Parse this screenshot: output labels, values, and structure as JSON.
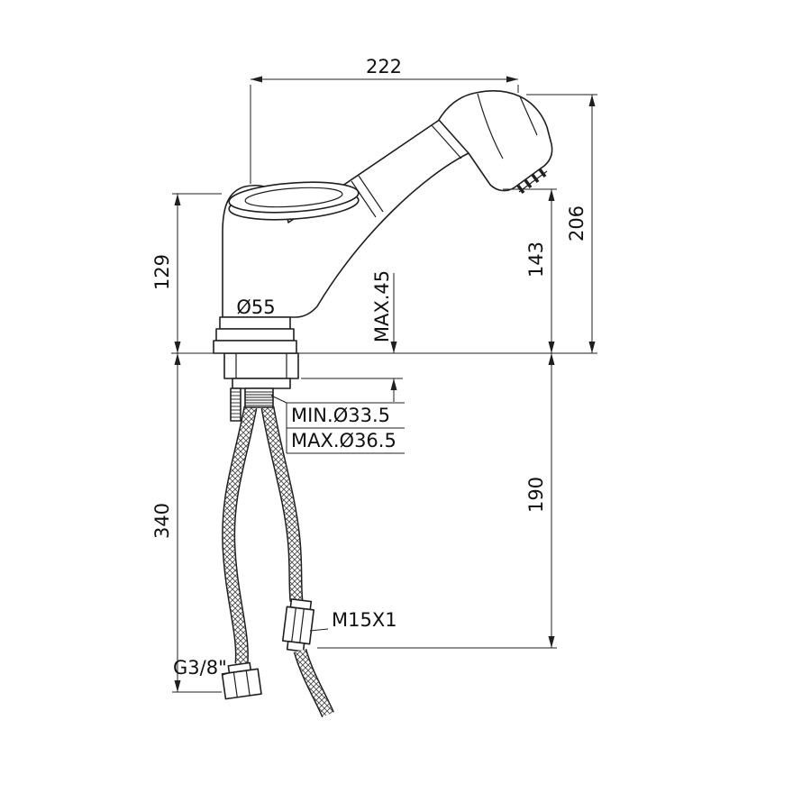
{
  "colors": {
    "background": "#ffffff",
    "line": "#1f1f1f"
  },
  "drawing": {
    "type": "technical-dimension-drawing",
    "subject": "single-lever kitchen mixer tap with pull-out spray head",
    "labels": {
      "spout_reach": "222",
      "overall_height": "206",
      "outlet_height": "143",
      "body_height": "129",
      "base_diameter": "Ø55",
      "max_deck_thickness": "MAX.45",
      "min_hole": "MIN.Ø33.5",
      "max_hole": "MAX.Ø36.5",
      "supply_hose_length": "340",
      "spray_hose_drop": "190",
      "spray_hose_thread": "M15X1",
      "supply_thread": "G3/8\""
    }
  }
}
